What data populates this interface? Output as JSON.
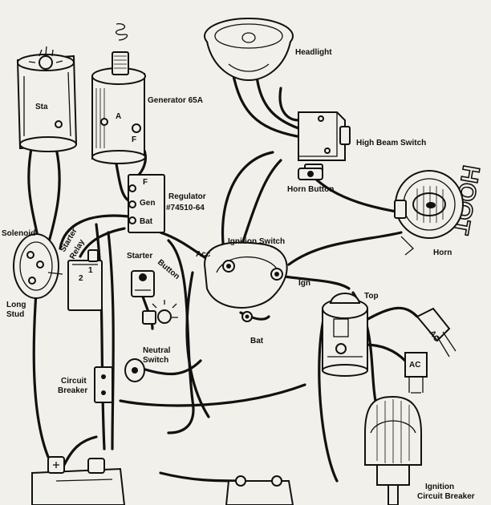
{
  "labels": {
    "sta": "Sta",
    "generator": "Generator 65A",
    "gen_a": "A",
    "gen_f": "F",
    "headlight": "Headlight",
    "high_beam_switch": "High Beam Switch",
    "horn_button": "Horn Button",
    "hoot": "HOOT",
    "horn": "Horn",
    "regulator_f": "F",
    "regulator_gen": "Gen",
    "regulator_bat": "Bat",
    "regulator": "Regulator",
    "regulator_part": "#74510-64",
    "solenoid": "Solenoid",
    "starter_relay_1": "Starter",
    "starter_relay_2": "Relay",
    "relay_1": "1",
    "relay_2": "2",
    "long_stud_1": "Long",
    "long_stud_2": "Stud",
    "starter_button_1": "Starter",
    "starter_button_2": "Button",
    "ignition_switch": "Ignition Switch",
    "acc": "Acc",
    "ign": "Ign",
    "bat": "Bat",
    "neutral_switch_1": "Neutral",
    "neutral_switch_2": "Switch",
    "top": "Top",
    "ac_1": "AC",
    "ac_2": "AC",
    "circuit_breaker_1": "Circuit",
    "circuit_breaker_2": "Breaker",
    "ignition_cb_1": "Ignition",
    "ignition_cb_2": "Circuit Breaker"
  },
  "colors": {
    "ink": "#111111",
    "paper": "#f2f0ea"
  }
}
